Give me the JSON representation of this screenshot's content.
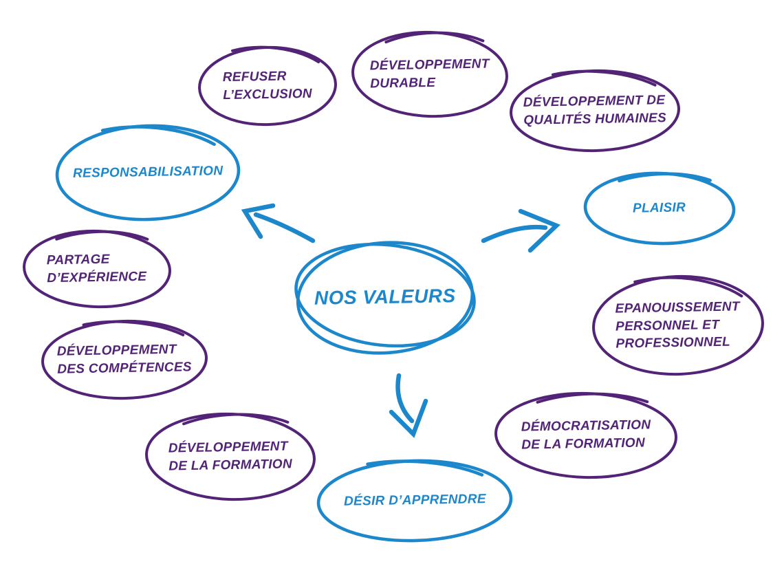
{
  "diagram": {
    "title": "NOS VALEURS",
    "colors": {
      "blue": "#1d87cb",
      "purple": "#522376",
      "background": "#ffffff"
    },
    "nodes": [
      {
        "id": "nos-valeurs",
        "label": "NOS VALEURS",
        "color": "blue",
        "role": "center"
      },
      {
        "id": "refuser-exclusion",
        "label": "REFUSER\nL’EXCLUSION",
        "color": "purple",
        "role": "value"
      },
      {
        "id": "developpement-durable",
        "label": "DÉVELOPPEMENT\nDURABLE",
        "color": "purple",
        "role": "value"
      },
      {
        "id": "qualites-humaines",
        "label": "DÉVELOPPEMENT DE\nQUALITÉS HUMAINES",
        "color": "purple",
        "role": "value"
      },
      {
        "id": "plaisir",
        "label": "PLAISIR",
        "color": "blue",
        "role": "value"
      },
      {
        "id": "epanouissement",
        "label": "EPANOUISSEMENT\nPERSONNEL ET\nPROFESSIONNEL",
        "color": "purple",
        "role": "value"
      },
      {
        "id": "democratisation-formation",
        "label": "DÉMOCRATISATION\nDE LA FORMATION",
        "color": "purple",
        "role": "value"
      },
      {
        "id": "desir-apprendre",
        "label": "DÉSIR D’APPRENDRE",
        "color": "blue",
        "role": "value"
      },
      {
        "id": "developpement-formation",
        "label": "DÉVELOPPEMENT\nDE LA FORMATION",
        "color": "purple",
        "role": "value"
      },
      {
        "id": "developpement-competences",
        "label": "DÉVELOPPEMENT\nDES COMPÉTENCES",
        "color": "purple",
        "role": "value"
      },
      {
        "id": "partage-experience",
        "label": "PARTAGE\nD’EXPÉRIENCE",
        "color": "purple",
        "role": "value"
      },
      {
        "id": "responsabilisation",
        "label": "RESPONSABILISATION",
        "color": "blue",
        "role": "value"
      }
    ],
    "arrows": [
      {
        "from": "nos-valeurs",
        "to": "responsabilisation",
        "direction": "upper-left",
        "color": "blue"
      },
      {
        "from": "nos-valeurs",
        "to": "plaisir",
        "direction": "upper-right",
        "color": "blue"
      },
      {
        "from": "nos-valeurs",
        "to": "desir-apprendre",
        "direction": "down",
        "color": "blue"
      }
    ]
  }
}
